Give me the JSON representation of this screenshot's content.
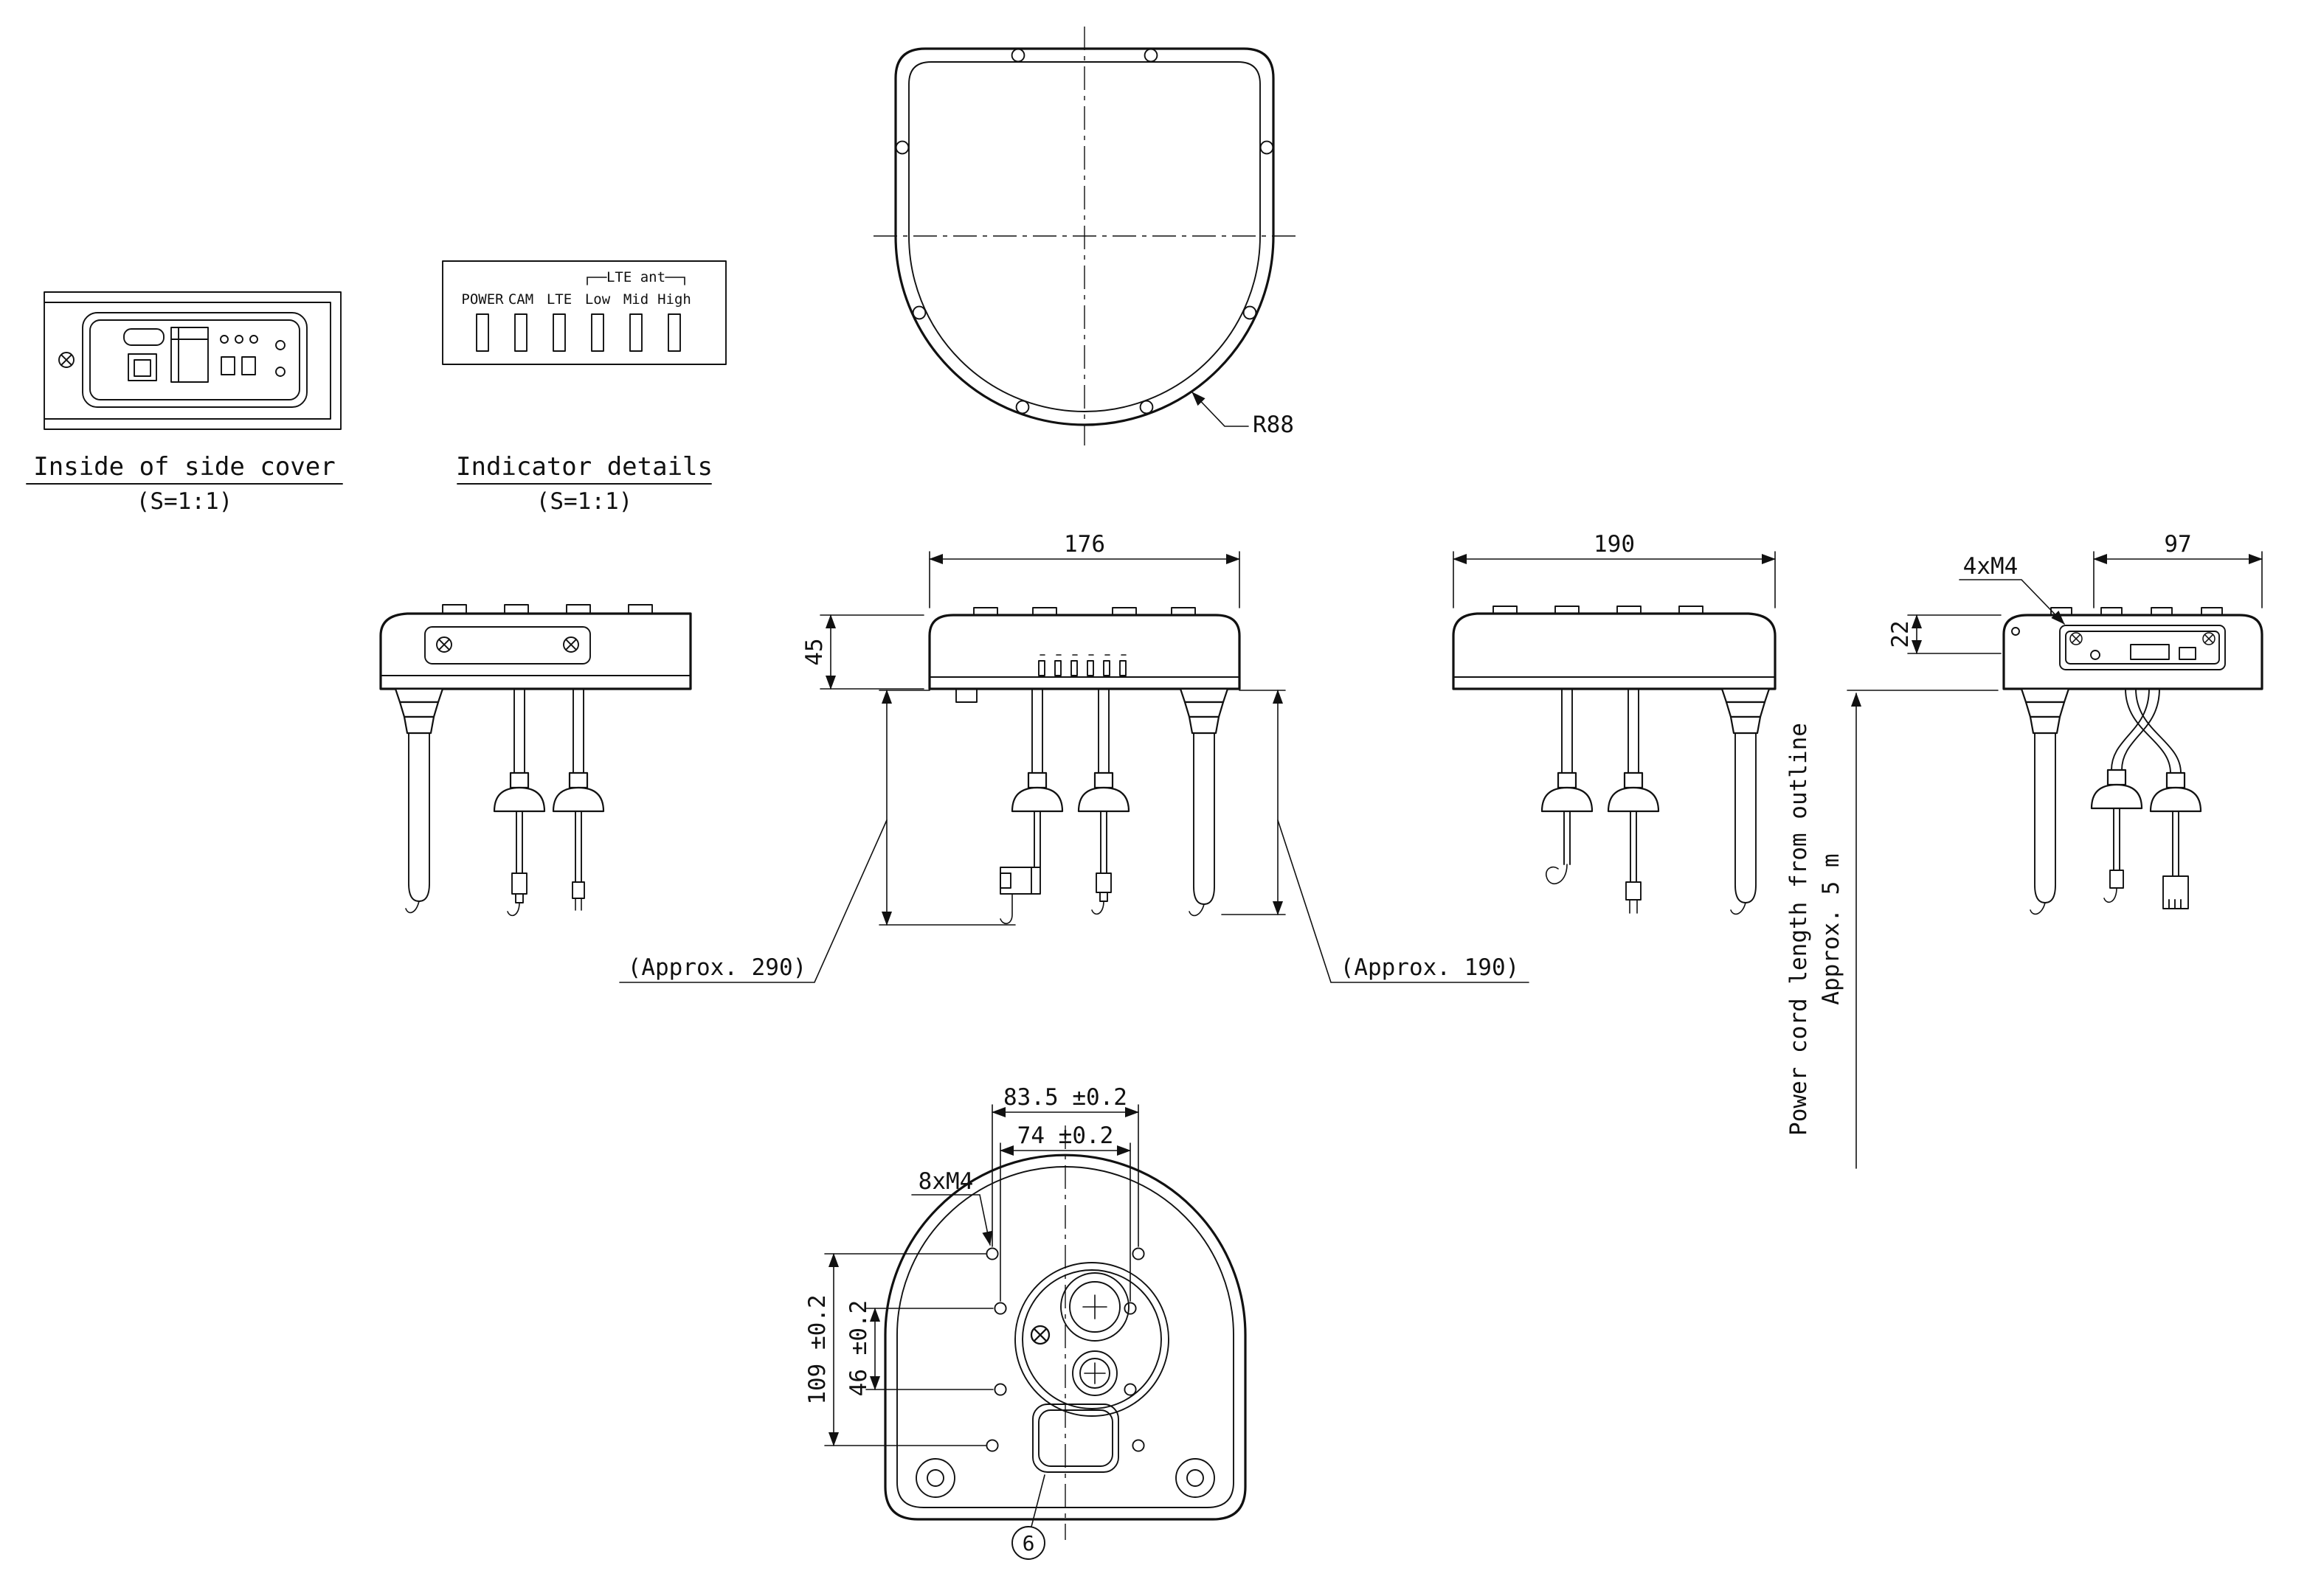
{
  "sheet": {
    "background": "#ffffff",
    "line_color": "#111111"
  },
  "views": {
    "side_cover": {
      "title": "Inside of side cover",
      "scale": "(S=1:1)"
    },
    "indicators": {
      "title": "Indicator details",
      "scale": "(S=1:1)",
      "bracket_label": "LTE ant",
      "labels": [
        "POWER",
        "CAM",
        "LTE",
        "Low",
        "Mid",
        "High"
      ]
    },
    "top": {
      "radius": "R88"
    },
    "front": {
      "width": "176",
      "height": "45",
      "cable_length_left": "(Approx. 290)",
      "cable_length_right": "(Approx. 190)"
    },
    "side_right": {
      "width": "190"
    },
    "rear": {
      "width": "97",
      "height": "22",
      "screws": "4xM4",
      "cord_note_line1": "Power cord length from outline",
      "cord_note_line2": "Approx. 5 m"
    },
    "bottom": {
      "dim_width_outer": "83.5 ±0.2",
      "dim_width_inner": "74 ±0.2",
      "dim_height_outer": "109 ±0.2",
      "dim_height_inner": "46 ±0.2",
      "screws": "8xM4",
      "detail_callout": "6"
    }
  }
}
